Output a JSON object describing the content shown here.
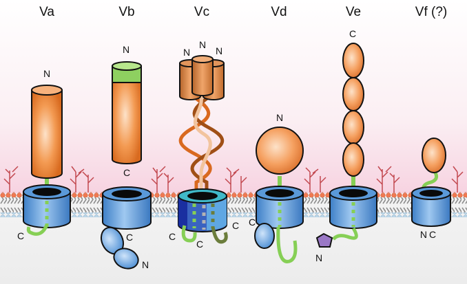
{
  "panels": [
    {
      "id": "Va",
      "title": "Va",
      "termini": {
        "top": "N",
        "bottom": "C"
      }
    },
    {
      "id": "Vb",
      "title": "Vb",
      "termini": {
        "top": "N",
        "mid": "C",
        "bottom_c": "C",
        "bottom_n": "N"
      }
    },
    {
      "id": "Vc",
      "title": "Vc",
      "termini": {
        "top1": "N",
        "top2": "N",
        "top3": "N",
        "bottom1": "C",
        "bottom2": "C",
        "bottom3": "C"
      }
    },
    {
      "id": "Vd",
      "title": "Vd",
      "termini": {
        "top": "N",
        "bottom": "C"
      }
    },
    {
      "id": "Ve",
      "title": "Ve",
      "termini": {
        "top": "C",
        "bottom": "N"
      }
    },
    {
      "id": "Vf",
      "title": "Vf (?)",
      "termini": {
        "bottom_n": "N",
        "bottom_c": "C"
      }
    }
  ],
  "colors": {
    "passenger_orange": "#f39a52",
    "passenger_orange_dark": "#d9691f",
    "passenger_green": "#8ed060",
    "barrel_blue": "#5a99d9",
    "barrel_blue_dark": "#2d6fb6",
    "linker_green": "#86cf55",
    "membrane_head": "#f07a52",
    "membrane_tail": "#9a9a9a",
    "lps": "#c2484f",
    "pink_bg": "#f7d7e3",
    "pentagon": "#9a78c6"
  }
}
